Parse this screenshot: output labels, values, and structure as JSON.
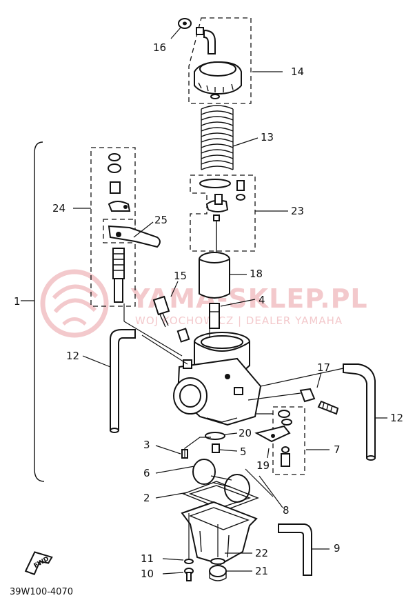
{
  "callouts": {
    "c1": "1",
    "c2": "2",
    "c3": "3",
    "c4": "4",
    "c5": "5",
    "c6": "6",
    "c7": "7",
    "c8": "8",
    "c9": "9",
    "c10": "10",
    "c11": "11",
    "c12a": "12",
    "c12b": "12",
    "c13": "13",
    "c14": "14",
    "c15": "15",
    "c16": "16",
    "c17": "17",
    "c18": "18",
    "c19": "19",
    "c20": "20",
    "c21": "21",
    "c22": "22",
    "c23": "23",
    "c24": "24",
    "c25": "25"
  },
  "watermark": {
    "site": "YAMA-SKLEP.PL",
    "tagline": "WOJ KOCHOWICZ | DEALER YAMAHA"
  },
  "diagram_code": "39W100-4070",
  "fwd_label": "FWD",
  "colors": {
    "ink": "#111111",
    "watermark": "#f3c9cc",
    "background": "#ffffff"
  }
}
